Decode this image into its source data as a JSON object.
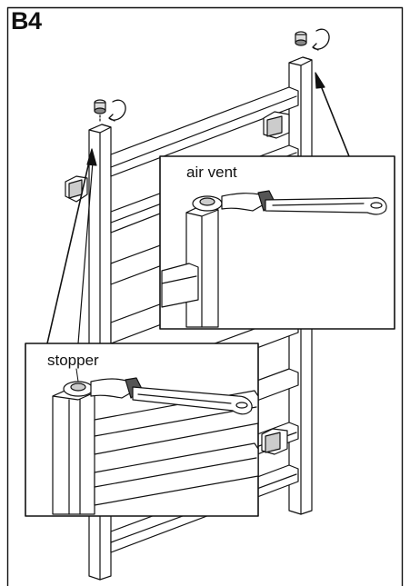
{
  "step_label": "B4",
  "callouts": {
    "air_vent": {
      "label": "air vent"
    },
    "stopper": {
      "label": "stopper"
    }
  },
  "colors": {
    "line": "#111111",
    "fill": "#ffffff",
    "shade": "#dddddd"
  },
  "icons": [
    "rotate-arrow-icon",
    "wrench-icon",
    "bracket-icon"
  ]
}
